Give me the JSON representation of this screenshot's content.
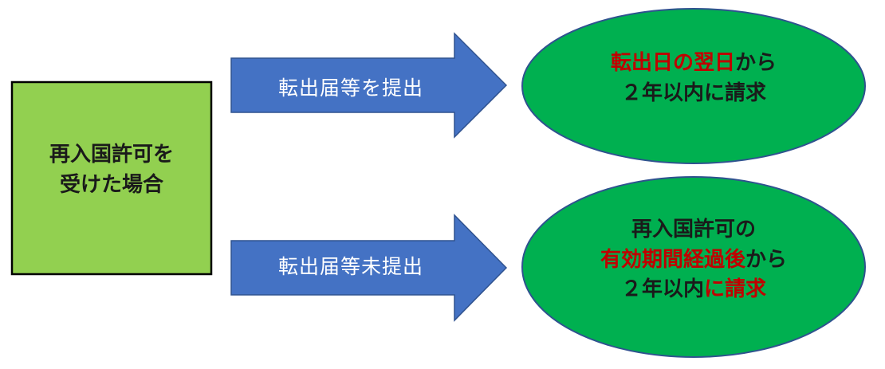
{
  "colors": {
    "box_fill": "#92d050",
    "box_stroke": "#000000",
    "arrow_fill": "#4472c4",
    "arrow_stroke": "#2f528f",
    "ellipse_fill": "#00b050",
    "ellipse_stroke": "#2f528f",
    "highlight_text": "#c00000"
  },
  "source_box": {
    "line1": "再入国許可を",
    "line2": "受けた場合"
  },
  "arrows": [
    {
      "label": "転出届等を提出"
    },
    {
      "label": "転出届等未提出"
    }
  ],
  "outcomes": [
    {
      "line1_red": "転出日の翌日",
      "line1_black": "から",
      "line2": "２年以内に請求"
    },
    {
      "line1": "再入国許可の",
      "line2_red": "有効期間経過後",
      "line2_black": "から",
      "line3_black": "２年以内",
      "line3_red": "に請求"
    }
  ]
}
